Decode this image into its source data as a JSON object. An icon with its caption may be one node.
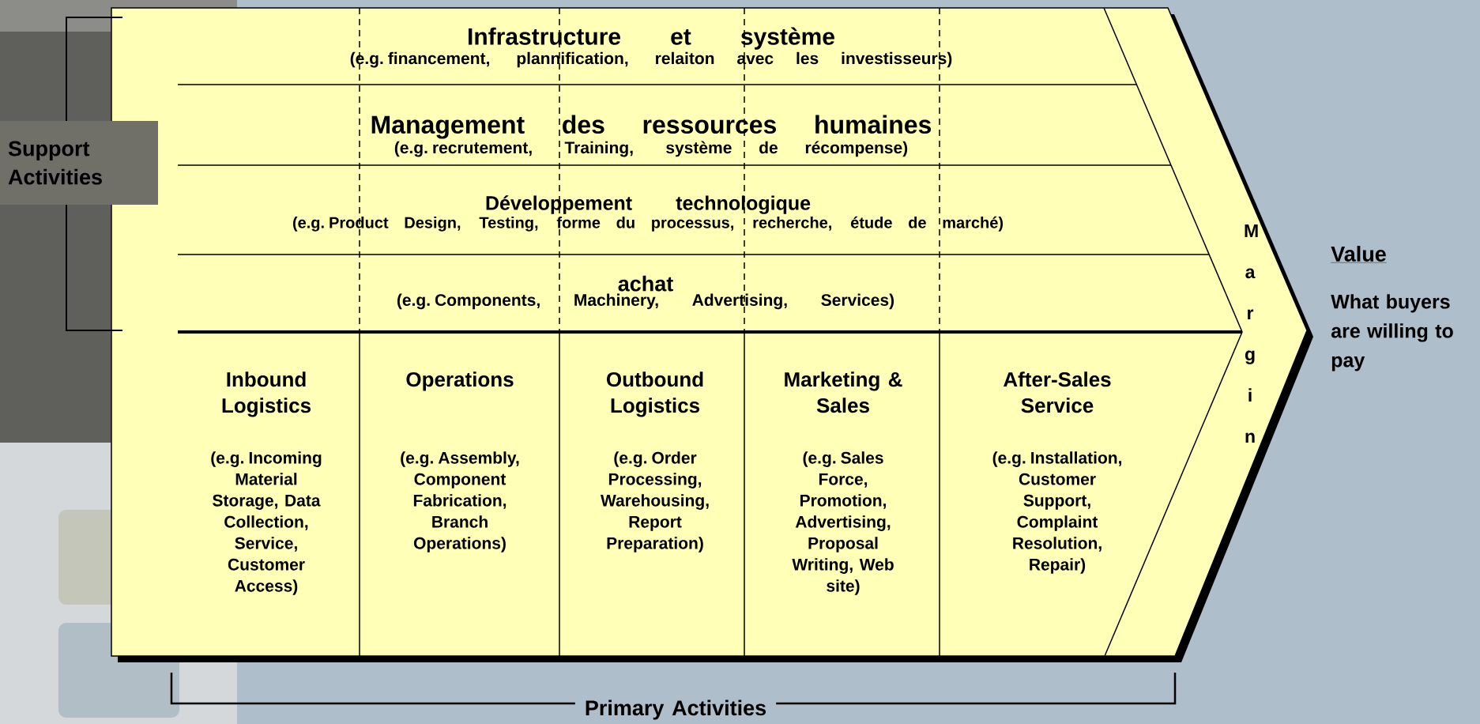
{
  "diagram": {
    "nodes": [
      {
        "text": [
          "Support Activities"
        ]
      },
      {
        "text": [
          "Infrastructure et système",
          "(e.g. financement, plannification, relaiton avec les investisseurs)"
        ]
      },
      {
        "text": [
          "Management des ressources humaines",
          "(e.g. recrutement, Training, système de récompense)"
        ]
      },
      {
        "text": [
          "Développement technologique",
          "(e.g. Product Design, Testing, forme du processus, recherche, étude de marché)"
        ]
      },
      {
        "text": [
          "achat",
          "(e.g. Components, Machinery, Advertising, Services)"
        ]
      },
      {
        "text": [
          "Inbound Logistics",
          "(e.g. Incoming Material Storage, Data Collection, Service, Customer Access)"
        ]
      },
      {
        "text": [
          "Operations",
          "(e.g. Assembly, Component Fabrication, Branch Operations)"
        ]
      },
      {
        "text": [
          "Outbound Logistics",
          "(e.g. Order Processing, Warehousing, Report Preparation)"
        ]
      },
      {
        "text": [
          "Marketing & Sales",
          "(e.g. Sales Force, Promotion, Advertising, Proposal Writing, Web site)"
        ]
      },
      {
        "text": [
          "After-Sales Service",
          "(e.g. Installation, Customer Support, Complaint Resolution, Repair)"
        ]
      },
      {
        "text": [
          "M a r g i n"
        ]
      }
    ],
    "labels": [
      "Value",
      "What buyers are willing to pay",
      "Primary Activities"
    ]
  }
}
